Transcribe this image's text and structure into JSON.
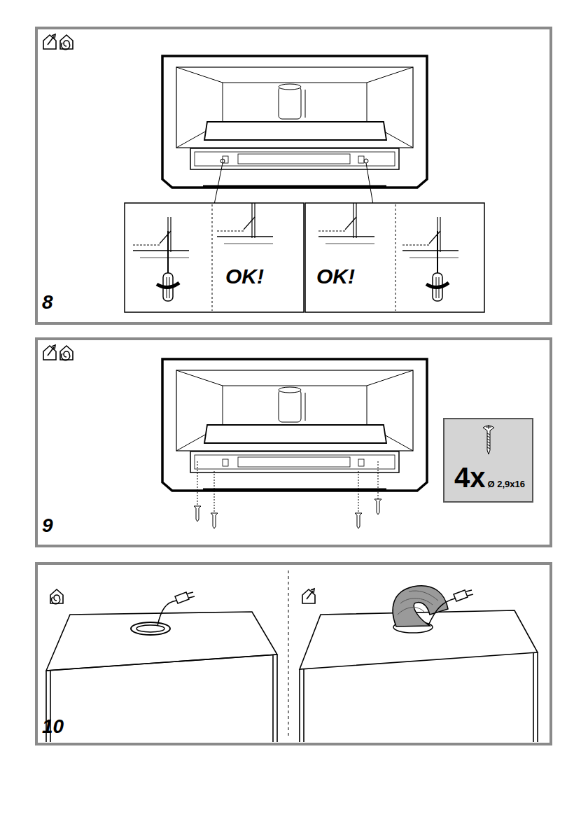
{
  "diagram": {
    "nodes": [
      {
        "text": [
          "4x",
          "Ø 2,9x16"
        ]
      }
    ],
    "labels": [
      "8",
      "OK!",
      "OK!",
      "9",
      "10"
    ]
  }
}
